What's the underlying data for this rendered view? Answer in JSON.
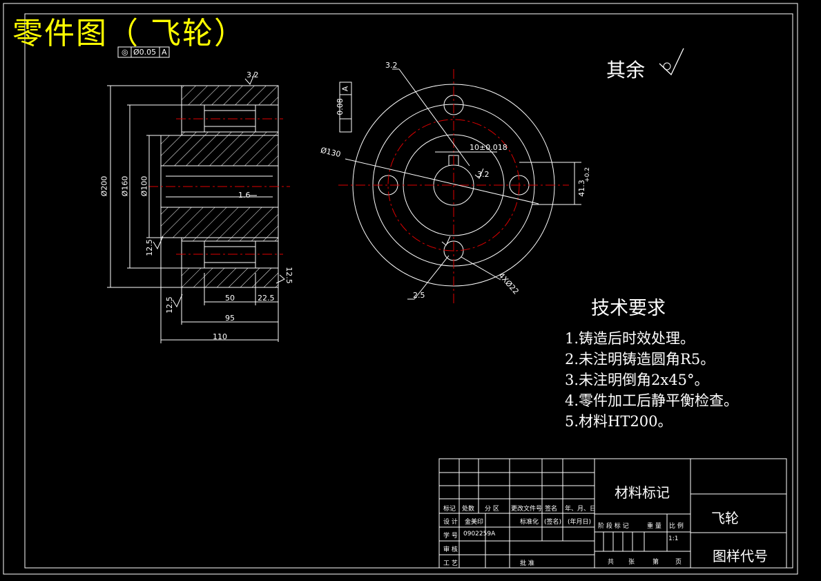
{
  "title": "零件图（  飞轮）",
  "tolerance_frame": {
    "symbol": "◎",
    "value": "Ø0.05",
    "datum": "A"
  },
  "tolerance_frame_vertical": {
    "value": "0.08",
    "datum": "A"
  },
  "roughness_other": "其余",
  "dimensions": {
    "d200": "Ø200",
    "d160": "Ø160",
    "d100": "Ø100",
    "w50": "50",
    "w22_5": "22.5",
    "w95": "95",
    "w110": "110",
    "r12_5_a": "12.5",
    "r12_5_b": "12.5",
    "r12_5_c": "12.5",
    "r3_2_top": "3.2",
    "r1_6": "1.6",
    "d130": "Ø130",
    "key": "10±0.018",
    "r3_2_key": "3.2",
    "r3_2_left": "3.2",
    "r2_5": "2.5",
    "holes": "4XØ22",
    "h41_3": "41.3",
    "h41_3_tol": "+0.2"
  },
  "tech_requirements": {
    "title": "技术要求",
    "items": [
      "1.铸造后时效处理。",
      "2.未注明铸造圆角R5。",
      "3.未注明倒角2x45°。",
      "4.零件加工后静平衡检查。",
      "5.材料HT200。"
    ]
  },
  "title_block": {
    "material_mark": "材料标记",
    "part_name": "飞轮",
    "drawing_no": "图样代号",
    "scale": "1:1",
    "headers1": [
      "标记",
      "处数",
      "分 区",
      "更改文件号",
      "签名",
      "年、月、日"
    ],
    "design": "设 计",
    "designer": "金美印",
    "standard": "标准化",
    "sign": "(签名)",
    "date": "(年月日)",
    "student_no_label": "学 号",
    "student_no": "0902259A",
    "review": "审 核",
    "process": "工 艺",
    "approve": "批 准",
    "stage_headers": [
      "阶 段 标 记",
      "重 量",
      "比 例"
    ],
    "sheets": [
      "共",
      "张",
      "第",
      "页"
    ]
  }
}
